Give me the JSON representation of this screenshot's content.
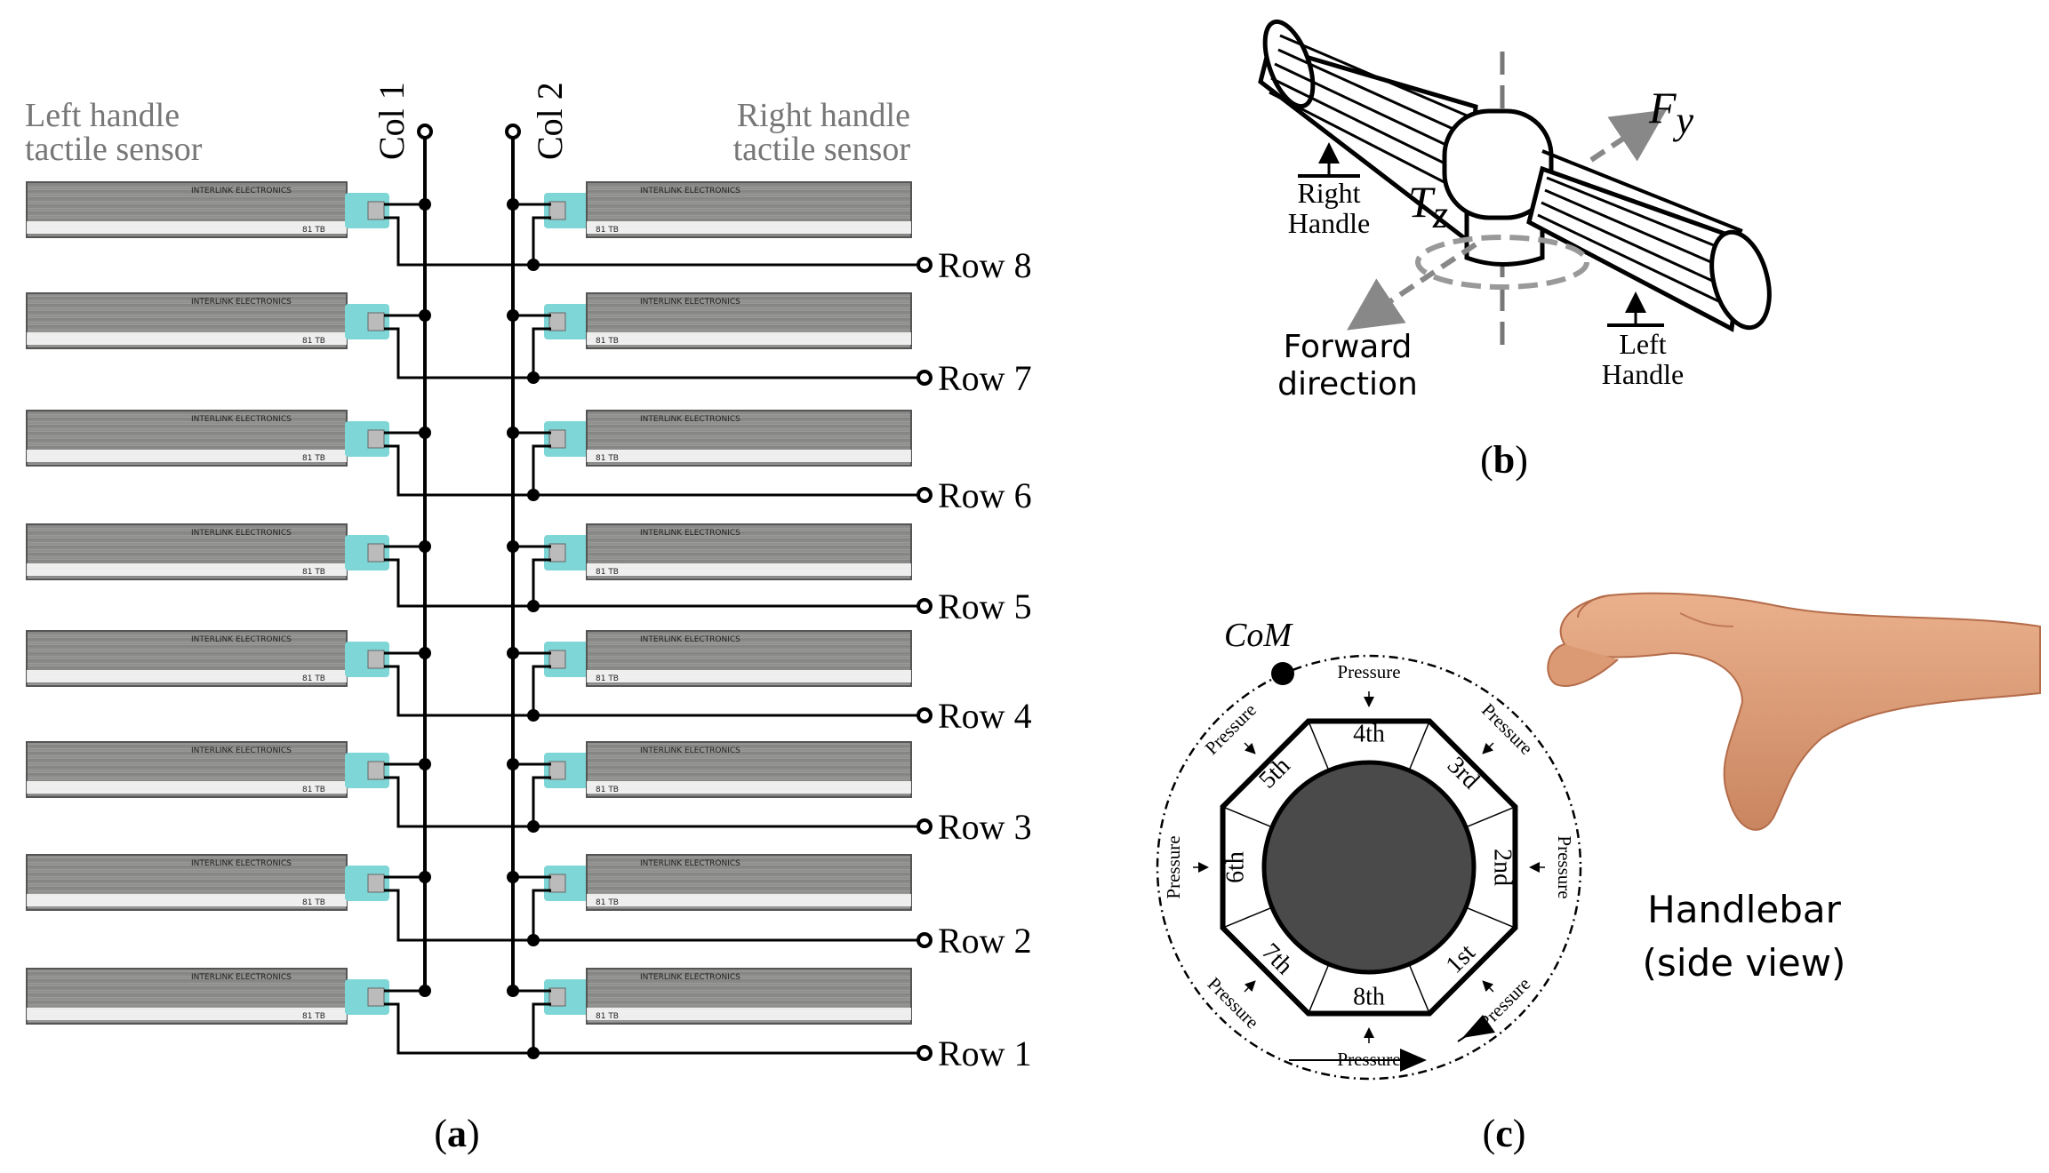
{
  "panel_a": {
    "left_title": [
      "Left handle",
      "tactile sensor"
    ],
    "right_title": [
      "Right handle",
      "tactile sensor"
    ],
    "col1": "Col 1",
    "col2": "Col 2",
    "rows": [
      "Row 8",
      "Row 7",
      "Row 6",
      "Row 5",
      "Row 4",
      "Row 3",
      "Row 2",
      "Row 1"
    ],
    "sensor_text_left": "INTERLINK ELECTRONICS",
    "sensor_text_right": "INTERLINK ELECTRONICS",
    "sensor_id": "81 TB",
    "caption": "(a)",
    "caption_letter": "a"
  },
  "panel_b": {
    "fy_main": "F",
    "fy_sub": "y",
    "tz_main": "T",
    "tz_sub": "z",
    "right_handle": [
      "Right",
      "Handle"
    ],
    "left_handle": [
      "Left",
      "Handle"
    ],
    "forward": [
      "Forward",
      "direction"
    ],
    "caption": "(b)",
    "caption_letter": "b"
  },
  "panel_c": {
    "com": "CoM",
    "segments": [
      "1st",
      "2nd",
      "3rd",
      "4th",
      "5th",
      "6th",
      "7th",
      "8th"
    ],
    "pressure": "Pressure",
    "handlebar": [
      "Handlebar",
      "(side view)"
    ],
    "caption": "(c)",
    "caption_letter": "c"
  },
  "colors": {
    "sensor_teal": "#7fd6d6",
    "sensor_strip": "#8a8a88",
    "wire": "#000000",
    "gray_label": "#777777",
    "core": "#4a4a4a",
    "skin": "#e0a27c"
  }
}
